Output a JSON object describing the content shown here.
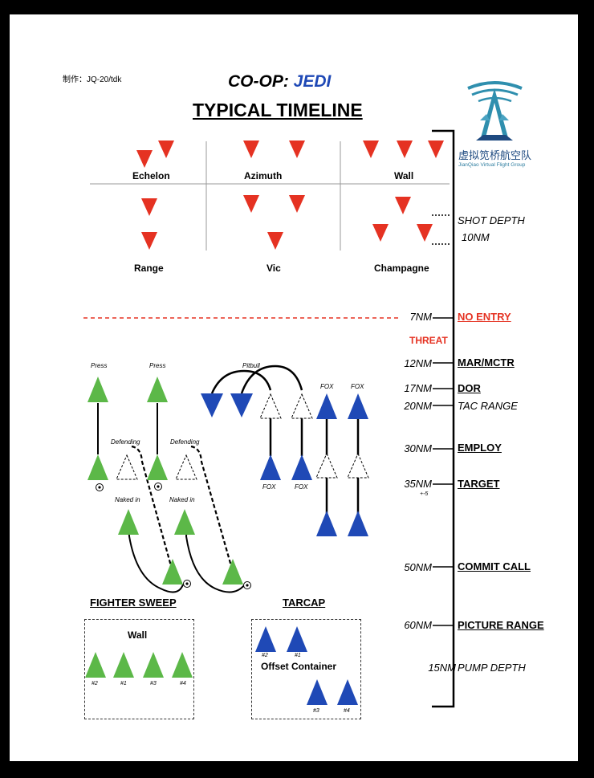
{
  "header": {
    "credit": "制作：JQ-20/tdk",
    "title_prefix": "CO-OP: ",
    "title_emphasis": "JEDI",
    "subtitle": "TYPICAL TIMELINE"
  },
  "logo": {
    "name_cn": "虚拟笕桥航空队",
    "name_en": "JianQiao Virtual Flight Group"
  },
  "formations": {
    "echelon": "Echelon",
    "azimuth": "Azimuth",
    "wall": "Wall",
    "range": "Range",
    "vic": "Vic",
    "champagne": "Champagne"
  },
  "shot_depth": {
    "label": "SHOT DEPTH",
    "value": "10NM"
  },
  "threat_label": "THREAT",
  "timeline": [
    {
      "distance": "7NM",
      "label": "NO ENTRY",
      "style": "red"
    },
    {
      "distance": "12NM",
      "label": "MAR/MCTR",
      "style": "bold"
    },
    {
      "distance": "17NM",
      "label": "DOR",
      "style": "bold"
    },
    {
      "distance": "20NM",
      "label": "TAC RANGE",
      "style": "italic"
    },
    {
      "distance": "30NM",
      "label": "EMPLOY",
      "style": "bold"
    },
    {
      "distance": "35NM",
      "label": "TARGET",
      "style": "bold",
      "note": "+-5"
    },
    {
      "distance": "50NM",
      "label": "COMMIT CALL",
      "style": "bold"
    },
    {
      "distance": "60NM",
      "label": "PICTURE RANGE",
      "style": "bold"
    },
    {
      "distance": "15NM",
      "label": "PUMP DEPTH",
      "style": "italic"
    }
  ],
  "tactics": {
    "press": "Press",
    "defending": "Defending",
    "naked_in": "Naked in",
    "pitbull": "Pitbull",
    "fox": "FOX"
  },
  "fighter_sweep": {
    "title": "FIGHTER SWEEP",
    "box_title": "Wall",
    "labels": [
      "#2",
      "#1",
      "#3",
      "#4"
    ]
  },
  "tarcap": {
    "title": "TARCAP",
    "box_title": "Offset Container",
    "labels": [
      "#2",
      "#1",
      "#3",
      "#4"
    ]
  },
  "colors": {
    "red": "#e53222",
    "green": "#5cb848",
    "blue": "#1f49b6",
    "teal": "#2f8fae"
  }
}
